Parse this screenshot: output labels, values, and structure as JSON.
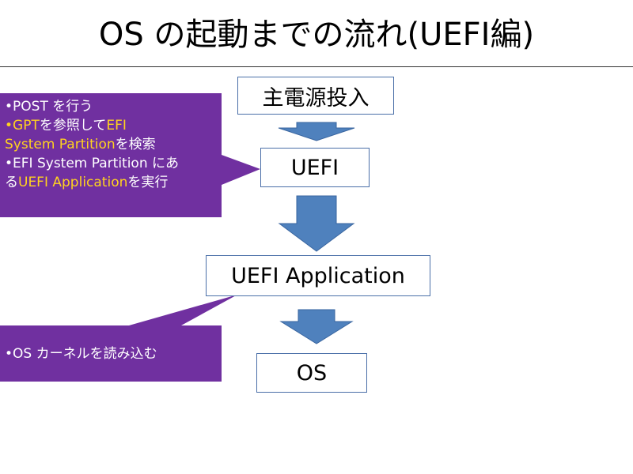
{
  "title": "OS の起動までの流れ(UEFI編)",
  "nodes": {
    "power": "主電源投入",
    "uefi": "UEFI",
    "app": "UEFI Application",
    "os": "OS"
  },
  "callout1": {
    "line1": "•POST を行う",
    "line2_hl1": "•GPT",
    "line2_plain": "を参照して",
    "line2_hl2": "EFI",
    "line3_hl": "System Partition",
    "line3_plain": "を検索",
    "line4": "•EFI System Partition にあ",
    "line5_plain1": "る",
    "line5_hl": "UEFI Application",
    "line5_plain2": "を実行"
  },
  "callout2": {
    "line1": "•OS カーネルを読み込む"
  },
  "colors": {
    "callout_fill": "#7030a0",
    "callout_highlight": "#ffd21f",
    "arrow_fill": "#4f81bd",
    "node_border": "#4a6fa8"
  }
}
